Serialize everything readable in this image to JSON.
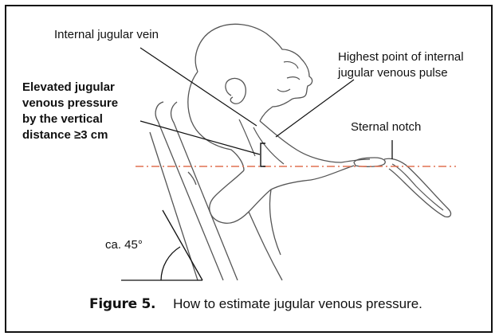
{
  "labels": {
    "internal_jugular_vein": "Internal jugular vein",
    "highest_point_line1": "Highest point of internal",
    "highest_point_line2": "jugular venous pulse",
    "elevated_line1": "Elevated jugular",
    "elevated_line2": "venous pressure",
    "elevated_line3": "by the vertical",
    "elevated_line4": "distance ≥3 cm",
    "sternal_notch": "Sternal notch",
    "angle": "ca. 45°"
  },
  "caption": {
    "figure": "Figure 5.",
    "text": "How to estimate jugular venous pressure."
  },
  "colors": {
    "reference_line": "#e07050",
    "outline": "#555555"
  }
}
